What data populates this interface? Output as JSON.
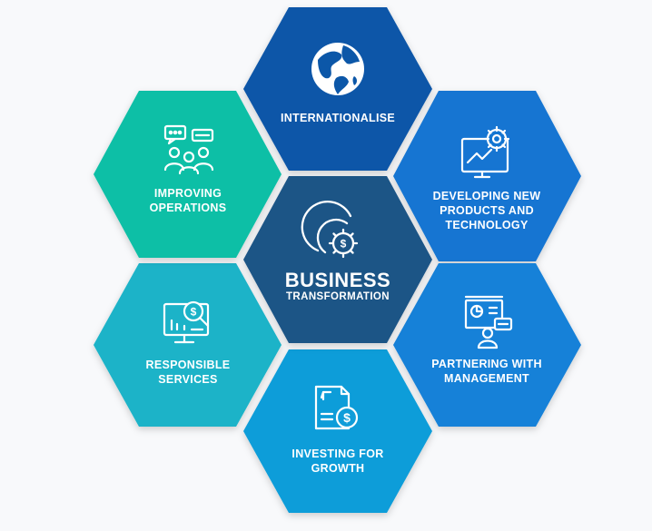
{
  "center": {
    "title": "BUSINESS",
    "subtitle": "TRANSFORMATION",
    "color": "#1d5486",
    "icon": "dollar-gear-icon"
  },
  "segments": [
    {
      "label": "INTERNATIONALISE",
      "color": "#0c57a8",
      "icon": "globe-icon"
    },
    {
      "label": "DEVELOPING NEW\nPRODUCTS AND\nTECHNOLOGY",
      "color": "#1275d2",
      "icon": "monitor-gear-icon"
    },
    {
      "label": "PARTNERING WITH\nMANAGEMENT",
      "color": "#1581d8",
      "icon": "presentation-icon"
    },
    {
      "label": "INVESTING FOR\nGROWTH",
      "color": "#109dd9",
      "icon": "dollar-document-icon"
    },
    {
      "label": "RESPONSIBLE\nSERVICES",
      "color": "#1ab3c8",
      "icon": "analytics-search-icon"
    },
    {
      "label": "IMPROVING\nOPERATIONS",
      "color": "#0ebfa6",
      "icon": "team-chat-icon"
    }
  ]
}
